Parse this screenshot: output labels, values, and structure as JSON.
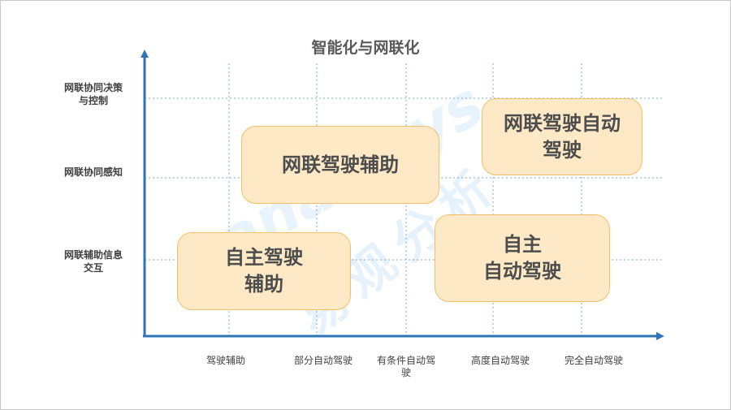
{
  "title": "智能化与网联化",
  "y_levels": [
    {
      "lines": [
        "网联协同决策",
        "与控制"
      ]
    },
    {
      "lines": [
        "网联协同感知"
      ]
    },
    {
      "lines": [
        "网联辅助信息",
        "交互"
      ]
    }
  ],
  "x_levels": [
    {
      "lines": [
        "驾驶辅助"
      ]
    },
    {
      "lines": [
        "部分自动驾驶"
      ]
    },
    {
      "lines": [
        "有条件自动驾",
        "驶"
      ]
    },
    {
      "lines": [
        "高度自动驾驶"
      ]
    },
    {
      "lines": [
        "完全自动驾驶"
      ]
    }
  ],
  "boxes": [
    {
      "lines": [
        "网联驾驶辅助"
      ]
    },
    {
      "lines": [
        "网联驾驶自动",
        "驾驶"
      ]
    },
    {
      "lines": [
        "自主驾驶",
        "辅助"
      ]
    },
    {
      "lines": [
        "自主",
        "自动驾驶"
      ]
    }
  ],
  "watermark": {
    "latin": "analysys",
    "chinese": "易观分析"
  },
  "colors": {
    "axis": "#2e75b6",
    "box_fill": "#fde9c6",
    "box_border": "#f4bf69",
    "grid": "#7aa7d6"
  }
}
